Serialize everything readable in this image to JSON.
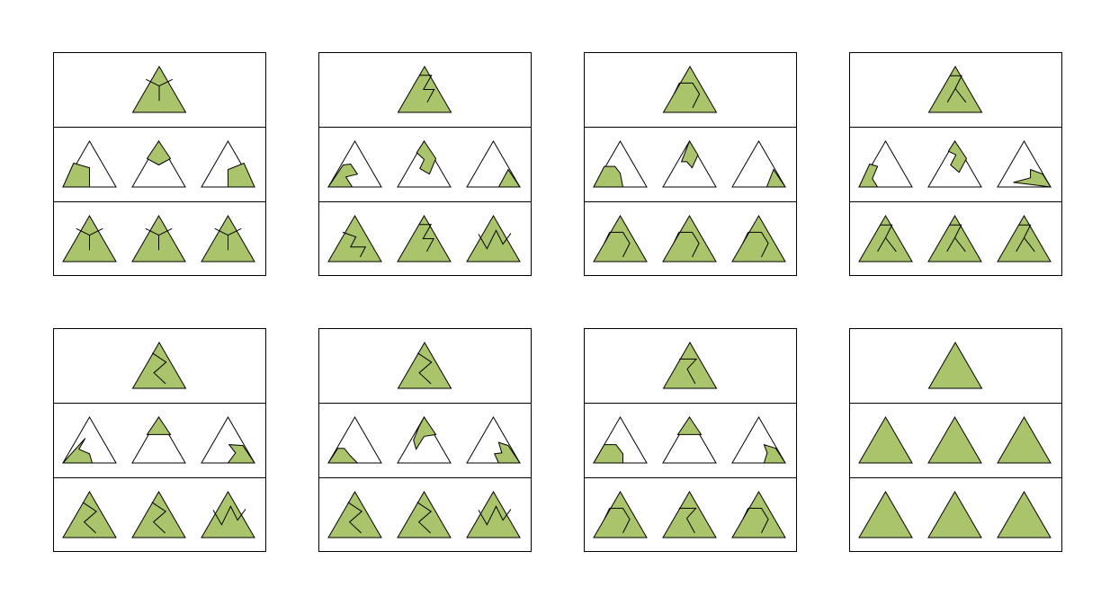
{
  "colors": {
    "fill": "#a9c46a",
    "line": "#000000",
    "background": "#ffffff"
  },
  "cut_patterns": {
    "y": [
      [
        [
          0.5,
          0.75
        ],
        [
          0.5,
          0.423
        ]
      ],
      [
        [
          0.5,
          0.423
        ],
        [
          0.25,
          0.28
        ]
      ],
      [
        [
          0.5,
          0.423
        ],
        [
          0.75,
          0.28
        ]
      ]
    ],
    "zigzag": [
      [
        [
          0.4,
          0.19
        ],
        [
          0.63,
          0.19
        ],
        [
          0.48,
          0.5
        ],
        [
          0.68,
          0.5
        ],
        [
          0.55,
          0.78
        ]
      ]
    ],
    "zigzag_side": [
      [
        [
          0.27,
          0.36
        ],
        [
          0.52,
          0.46
        ],
        [
          0.42,
          0.68
        ],
        [
          0.7,
          0.68
        ],
        [
          0.6,
          0.9
        ]
      ]
    ],
    "w": [
      [
        [
          0.22,
          0.4
        ],
        [
          0.38,
          0.72
        ],
        [
          0.55,
          0.32
        ],
        [
          0.68,
          0.62
        ],
        [
          0.83,
          0.38
        ]
      ]
    ],
    "hex": [
      [
        [
          0.3,
          0.36
        ],
        [
          0.55,
          0.36
        ],
        [
          0.68,
          0.6
        ],
        [
          0.55,
          0.9
        ]
      ],
      [
        [
          0.3,
          0.36
        ],
        [
          0.2,
          0.6
        ]
      ]
    ],
    "pinwheel": [
      [
        [
          0.4,
          0.2
        ],
        [
          0.62,
          0.2
        ],
        [
          0.5,
          0.48
        ]
      ],
      [
        [
          0.5,
          0.48
        ],
        [
          0.35,
          0.78
        ]
      ],
      [
        [
          0.5,
          0.48
        ],
        [
          0.7,
          0.78
        ]
      ]
    ],
    "s": [
      [
        [
          0.37,
          0.23
        ],
        [
          0.63,
          0.43
        ],
        [
          0.4,
          0.66
        ],
        [
          0.62,
          0.9
        ]
      ]
    ],
    "notch": [
      [
        [
          0.3,
          0.36
        ],
        [
          0.62,
          0.36
        ],
        [
          0.45,
          0.58
        ],
        [
          0.6,
          0.9
        ]
      ]
    ]
  },
  "piece_shapes": {
    "y_a": [
      [
        0,
        1
      ],
      [
        0.5,
        1
      ],
      [
        0.5,
        0.58
      ],
      [
        0.2,
        0.48
      ]
    ],
    "y_b": [
      [
        0.5,
        0
      ],
      [
        0.72,
        0.38
      ],
      [
        0.5,
        0.52
      ],
      [
        0.28,
        0.38
      ]
    ],
    "y_c": [
      [
        0.5,
        1
      ],
      [
        1,
        1
      ],
      [
        0.8,
        0.48
      ],
      [
        0.5,
        0.62
      ]
    ],
    "z_a": [
      [
        0,
        1
      ],
      [
        0.45,
        1
      ],
      [
        0.33,
        0.78
      ],
      [
        0.55,
        0.72
      ],
      [
        0.42,
        0.5
      ],
      [
        0.28,
        0.52
      ]
    ],
    "z_b": [
      [
        0.5,
        0
      ],
      [
        0.72,
        0.38
      ],
      [
        0.6,
        0.72
      ],
      [
        0.42,
        0.6
      ],
      [
        0.5,
        0.4
      ],
      [
        0.36,
        0.25
      ]
    ],
    "z_c": [
      [
        0.6,
        1
      ],
      [
        1,
        1
      ],
      [
        0.78,
        0.62
      ]
    ],
    "hex_a": [
      [
        0,
        1
      ],
      [
        0.55,
        1
      ],
      [
        0.5,
        0.7
      ],
      [
        0.4,
        0.55
      ],
      [
        0.2,
        0.55
      ]
    ],
    "hex_b": [
      [
        0.5,
        0
      ],
      [
        0.66,
        0.3
      ],
      [
        0.55,
        0.58
      ],
      [
        0.45,
        0.45
      ],
      [
        0.35,
        0.45
      ]
    ],
    "hex_c": [
      [
        0.65,
        1
      ],
      [
        1,
        1
      ],
      [
        0.78,
        0.62
      ]
    ],
    "pin_a": [
      [
        0,
        1
      ],
      [
        0.35,
        1
      ],
      [
        0.25,
        0.82
      ],
      [
        0.35,
        0.55
      ],
      [
        0.2,
        0.5
      ]
    ],
    "pin_b": [
      [
        0.5,
        0
      ],
      [
        0.72,
        0.38
      ],
      [
        0.58,
        0.68
      ],
      [
        0.42,
        0.52
      ],
      [
        0.52,
        0.3
      ],
      [
        0.38,
        0.22
      ]
    ],
    "pin_c": [
      [
        0.3,
        0.9
      ],
      [
        1,
        1
      ],
      [
        0.85,
        0.72
      ],
      [
        0.62,
        0.62
      ],
      [
        0.62,
        0.8
      ]
    ],
    "s_a": [
      [
        0,
        1
      ],
      [
        0.55,
        1
      ],
      [
        0.5,
        0.8
      ],
      [
        0.3,
        0.7
      ],
      [
        0.42,
        0.46
      ]
    ],
    "s_b": [
      [
        0.5,
        0
      ],
      [
        0.72,
        0.38
      ],
      [
        0.28,
        0.38
      ]
    ],
    "s_c": [
      [
        0.5,
        1
      ],
      [
        1,
        1
      ],
      [
        0.78,
        0.62
      ],
      [
        0.52,
        0.6
      ],
      [
        0.64,
        0.78
      ]
    ],
    "s2_a": [
      [
        0,
        1
      ],
      [
        0.55,
        1
      ],
      [
        0.42,
        0.85
      ],
      [
        0.3,
        0.68
      ],
      [
        0.18,
        0.68
      ]
    ],
    "s2_b": [
      [
        0.5,
        0
      ],
      [
        0.72,
        0.38
      ],
      [
        0.5,
        0.42
      ],
      [
        0.35,
        0.7
      ],
      [
        0.3,
        0.5
      ],
      [
        0.4,
        0.22
      ]
    ],
    "s2_c": [
      [
        0.6,
        1
      ],
      [
        1,
        1
      ],
      [
        0.78,
        0.62
      ],
      [
        0.6,
        0.55
      ],
      [
        0.66,
        0.78
      ],
      [
        0.52,
        0.8
      ]
    ],
    "n_a": [
      [
        0,
        1
      ],
      [
        0.55,
        1
      ],
      [
        0.55,
        0.8
      ],
      [
        0.42,
        0.6
      ],
      [
        0.2,
        0.6
      ]
    ],
    "n_b": [
      [
        0.5,
        0
      ],
      [
        0.72,
        0.38
      ],
      [
        0.28,
        0.38
      ]
    ],
    "n_c": [
      [
        0.6,
        1
      ],
      [
        1,
        1
      ],
      [
        0.82,
        0.68
      ],
      [
        0.6,
        0.6
      ],
      [
        0.66,
        0.78
      ]
    ]
  },
  "panels": [
    {
      "top": "y",
      "pieces": [
        "y_a",
        "y_b",
        "y_c"
      ],
      "options": [
        "y",
        "y",
        "y"
      ]
    },
    {
      "top": "zigzag",
      "pieces": [
        "z_a",
        "z_b",
        "z_c"
      ],
      "options": [
        "zigzag_side",
        "zigzag",
        "w"
      ]
    },
    {
      "top": "hex",
      "pieces": [
        "hex_a",
        "hex_b",
        "hex_c"
      ],
      "options": [
        "hex",
        "hex",
        "hex"
      ]
    },
    {
      "top": "pinwheel",
      "pieces": [
        "pin_a",
        "pin_b",
        "pin_c"
      ],
      "options": [
        "pinwheel",
        "pinwheel",
        "pinwheel"
      ]
    },
    {
      "top": "s",
      "pieces": [
        "s_a",
        "s_b",
        "s_c"
      ],
      "options": [
        "s",
        "s",
        "w"
      ]
    },
    {
      "top": "s",
      "pieces": [
        "s2_a",
        "s2_b",
        "s2_c"
      ],
      "options": [
        "s",
        "s",
        "w"
      ]
    },
    {
      "top": "notch",
      "pieces": [
        "n_a",
        "n_b",
        "n_c"
      ],
      "options": [
        "hex",
        "notch",
        "hex"
      ]
    },
    {
      "top": "none",
      "pieces": [
        "full",
        "full",
        "full"
      ],
      "options": [
        "none",
        "none",
        "none"
      ]
    }
  ]
}
